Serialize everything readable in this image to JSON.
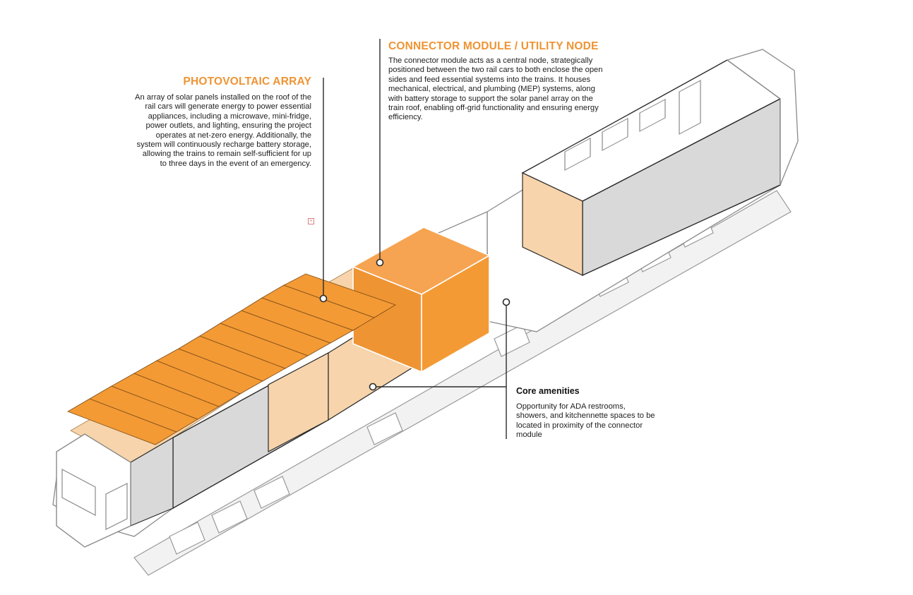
{
  "photovoltaic": {
    "title": "PHOTOVOLTAIC ARRAY",
    "body": "An array of solar panels installed on the roof of the rail cars will generate energy to power essential appliances, including a microwave, mini-fridge, power outlets, and lighting, ensuring the project operates at net-zero energy. Additionally, the system will continuously recharge battery storage, allowing the trains to remain self-sufficient for up to three days in the event of an emergency."
  },
  "connector": {
    "title": "CONNECTOR MODULE / UTILITY NODE",
    "body": "The connector module acts as a central node, strategically positioned between the two rail cars to both enclose the open sides and feed essential systems into the trains. It houses mechanical, electrical, and plumbing (MEP) systems, along with battery storage to support the solar panel array on the train roof, enabling off-grid functionality and ensuring energy efficiency."
  },
  "core": {
    "title": "Core amenities",
    "body": "Opportunity for ADA restrooms, showers, and kitchennette spaces to be located in proximity of the connector module"
  },
  "colors": {
    "accent_orange": "#ef9433",
    "module_orange": "#f39a35",
    "interior_tint": "#f7d4ab",
    "car_gray": "#d9d9d9",
    "outline": "#2a2a2a"
  }
}
